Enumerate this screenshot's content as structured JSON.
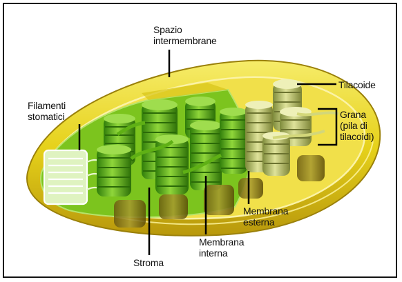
{
  "labels": {
    "spazio_line1": "Spazio",
    "spazio_line2": "intermembrane",
    "filamenti_line1": "Filamenti",
    "filamenti_line2": "stomatici",
    "tilacoide": "Tilacoide",
    "grana_line1": "Grana",
    "grana_line2": "(pila di",
    "grana_line3": "tilacoidi)",
    "membrana_esterna_line1": "Membrana",
    "membrana_esterna_line2": "esterna",
    "membrana_interna_line1": "Membrana",
    "membrana_interna_line2": "interna",
    "stroma": "Stroma"
  },
  "colors": {
    "outer_membrane": "#e9d51a",
    "outer_membrane_dark": "#b59a0a",
    "intermembrane_space": "#f4e866",
    "stroma": "#7cc41e",
    "thylakoid_green": "#3f9a12",
    "thylakoid_light": "#8ed13a",
    "thylakoid_pale": "#c9cf7a",
    "leader_line": "#000000"
  }
}
